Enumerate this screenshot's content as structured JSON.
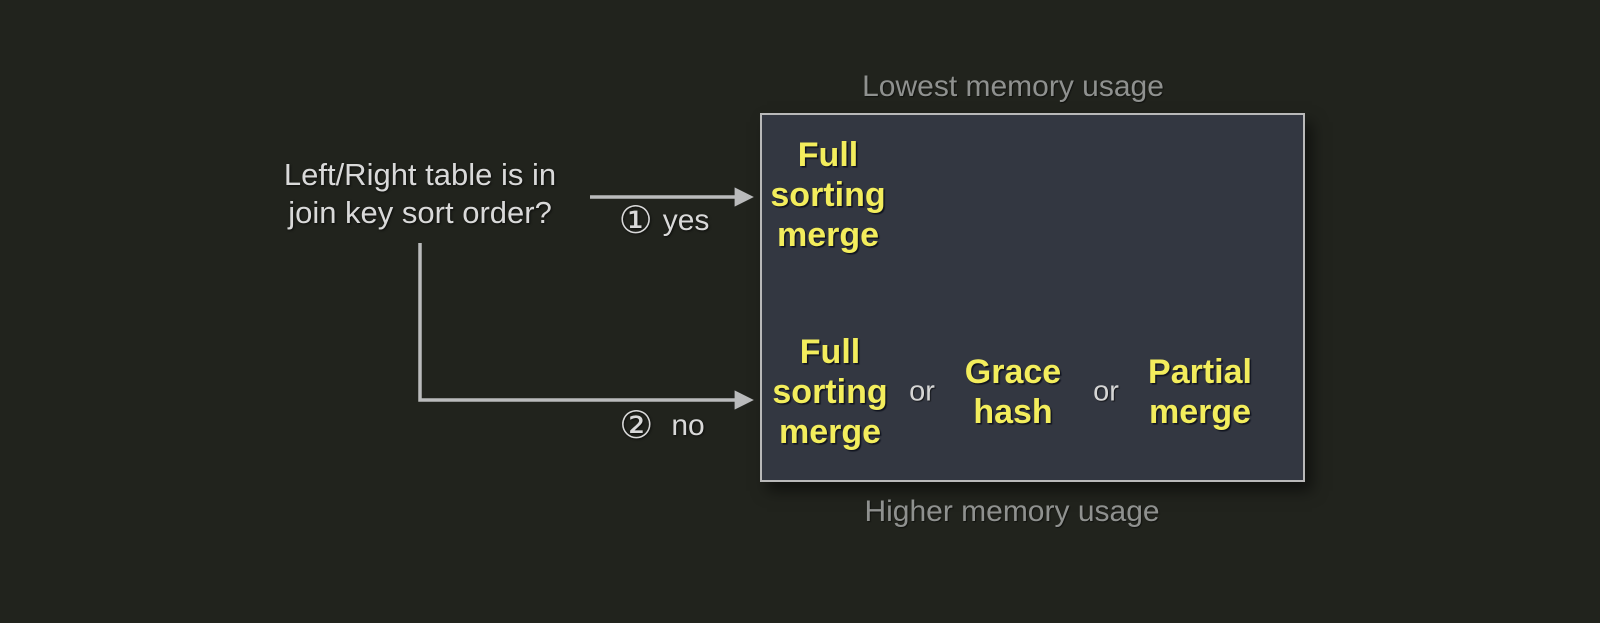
{
  "colors": {
    "background": "#21231d",
    "box_fill": "#333741",
    "box_border": "#b9b9b9",
    "algorithm_yellow": "#f3ed5c",
    "muted_gray_label": "#8f918f",
    "light_text": "#d9d9d9",
    "arrow_gray": "#babbbc"
  },
  "question": "Left/Right table is in\njoin key sort order?",
  "branches": {
    "yes": {
      "marker": "①",
      "label": "yes"
    },
    "no": {
      "marker": "②",
      "label": "no"
    }
  },
  "box": {
    "top_label": "Lowest memory usage",
    "bottom_label": "Higher memory usage",
    "sorted_row": {
      "algorithms": [
        "Full\nsorting\nmerge"
      ]
    },
    "unsorted_row": {
      "separator": "or",
      "algorithms": [
        "Full\nsorting\nmerge",
        "Grace\nhash",
        "Partial\nmerge"
      ]
    }
  }
}
